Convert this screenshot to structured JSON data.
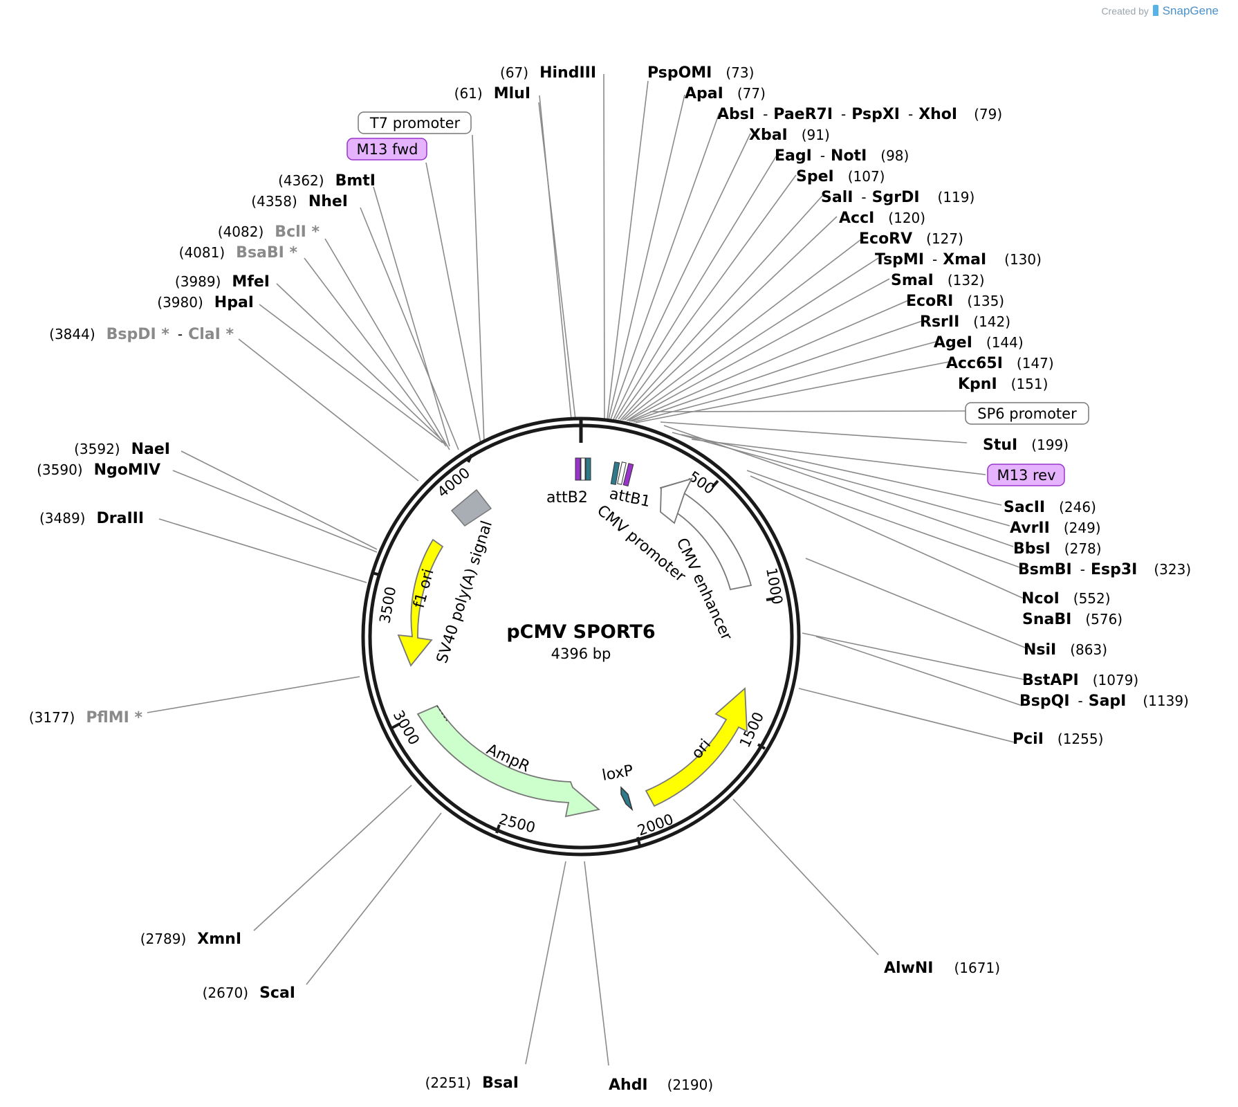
{
  "credit": {
    "prefix": "Created by",
    "brand": "SnapGene"
  },
  "plasmid": {
    "name": "pCMV SPORT6",
    "length": "4396 bp"
  },
  "scale_ticks": [
    "500",
    "1000",
    "1500",
    "2000",
    "2500",
    "3000",
    "3500",
    "4000"
  ],
  "features": [
    {
      "label": "CMV enhancer",
      "color": "#ffffff"
    },
    {
      "label": "CMV promoter",
      "color": "#ffffff"
    },
    {
      "label": "ori",
      "color": "#ffff00"
    },
    {
      "label": "loxP",
      "color": "#2e7a8a"
    },
    {
      "label": "AmpR",
      "color": "#ccffcc"
    },
    {
      "label": "f1 ori",
      "color": "#ffff00"
    },
    {
      "label": "SV40 poly(A) signal",
      "color": "#a8aeb4"
    },
    {
      "label": "attB1",
      "color": "#2e7a8a"
    },
    {
      "label": "attB2",
      "color": "#2e7a8a"
    }
  ],
  "primers": [
    {
      "label": "T7 promoter",
      "style": "plain"
    },
    {
      "label": "M13 fwd",
      "style": "purple"
    },
    {
      "label": "SP6 promoter",
      "style": "plain"
    },
    {
      "label": "M13 rev",
      "style": "purple"
    }
  ],
  "sites_right": [
    {
      "names": [
        "PspOMI"
      ],
      "pos": "(73)"
    },
    {
      "names": [
        "ApaI"
      ],
      "pos": "(77)"
    },
    {
      "names": [
        "AbsI",
        "PaeR7I",
        "PspXI",
        "XhoI"
      ],
      "pos": "(79)"
    },
    {
      "names": [
        "XbaI"
      ],
      "pos": "(91)"
    },
    {
      "names": [
        "EagI",
        "NotI"
      ],
      "pos": "(98)"
    },
    {
      "names": [
        "SpeI"
      ],
      "pos": "(107)"
    },
    {
      "names": [
        "SalI",
        "SgrDI"
      ],
      "pos": "(119)"
    },
    {
      "names": [
        "AccI"
      ],
      "pos": "(120)"
    },
    {
      "names": [
        "EcoRV"
      ],
      "pos": "(127)"
    },
    {
      "names": [
        "TspMI",
        "XmaI"
      ],
      "pos": "(130)"
    },
    {
      "names": [
        "SmaI"
      ],
      "pos": "(132)"
    },
    {
      "names": [
        "EcoRI"
      ],
      "pos": "(135)"
    },
    {
      "names": [
        "RsrII"
      ],
      "pos": "(142)"
    },
    {
      "names": [
        "AgeI"
      ],
      "pos": "(144)"
    },
    {
      "names": [
        "Acc65I"
      ],
      "pos": "(147)"
    },
    {
      "names": [
        "KpnI"
      ],
      "pos": "(151)"
    },
    {
      "names": [
        "StuI"
      ],
      "pos": "(199)"
    },
    {
      "names": [
        "SacII"
      ],
      "pos": "(246)"
    },
    {
      "names": [
        "AvrII"
      ],
      "pos": "(249)"
    },
    {
      "names": [
        "BbsI"
      ],
      "pos": "(278)"
    },
    {
      "names": [
        "BsmBI",
        "Esp3I"
      ],
      "pos": "(323)"
    },
    {
      "names": [
        "NcoI"
      ],
      "pos": "(552)"
    },
    {
      "names": [
        "SnaBI"
      ],
      "pos": "(576)"
    },
    {
      "names": [
        "NsiI"
      ],
      "pos": "(863)"
    },
    {
      "names": [
        "BstAPI"
      ],
      "pos": "(1079)"
    },
    {
      "names": [
        "BspQI",
        "SapI"
      ],
      "pos": "(1139)"
    },
    {
      "names": [
        "PciI"
      ],
      "pos": "(1255)"
    },
    {
      "names": [
        "AlwNI"
      ],
      "pos": "(1671)"
    },
    {
      "names": [
        "AhdI"
      ],
      "pos": "(2190)"
    }
  ],
  "sites_left": [
    {
      "names": [
        "HindIII"
      ],
      "pos": "(67)",
      "dim": false
    },
    {
      "names": [
        "MluI"
      ],
      "pos": "(61)",
      "dim": false
    },
    {
      "names": [
        "BmtI"
      ],
      "pos": "(4362)",
      "dim": false
    },
    {
      "names": [
        "NheI"
      ],
      "pos": "(4358)",
      "dim": false
    },
    {
      "names": [
        "BclI *"
      ],
      "pos": "(4082)",
      "dim": true
    },
    {
      "names": [
        "BsaBI *"
      ],
      "pos": "(4081)",
      "dim": true
    },
    {
      "names": [
        "MfeI"
      ],
      "pos": "(3989)",
      "dim": false
    },
    {
      "names": [
        "HpaI"
      ],
      "pos": "(3980)",
      "dim": false
    },
    {
      "names": [
        "BspDI *",
        "ClaI *"
      ],
      "pos": "(3844)",
      "dim": true
    },
    {
      "names": [
        "NaeI"
      ],
      "pos": "(3592)",
      "dim": false
    },
    {
      "names": [
        "NgoMIV"
      ],
      "pos": "(3590)",
      "dim": false
    },
    {
      "names": [
        "DraIII"
      ],
      "pos": "(3489)",
      "dim": false
    },
    {
      "names": [
        "PflMI *"
      ],
      "pos": "(3177)",
      "dim": true
    },
    {
      "names": [
        "XmnI"
      ],
      "pos": "(2789)",
      "dim": false
    },
    {
      "names": [
        "ScaI"
      ],
      "pos": "(2670)",
      "dim": false
    },
    {
      "names": [
        "BsaI"
      ],
      "pos": "(2251)",
      "dim": false
    }
  ]
}
